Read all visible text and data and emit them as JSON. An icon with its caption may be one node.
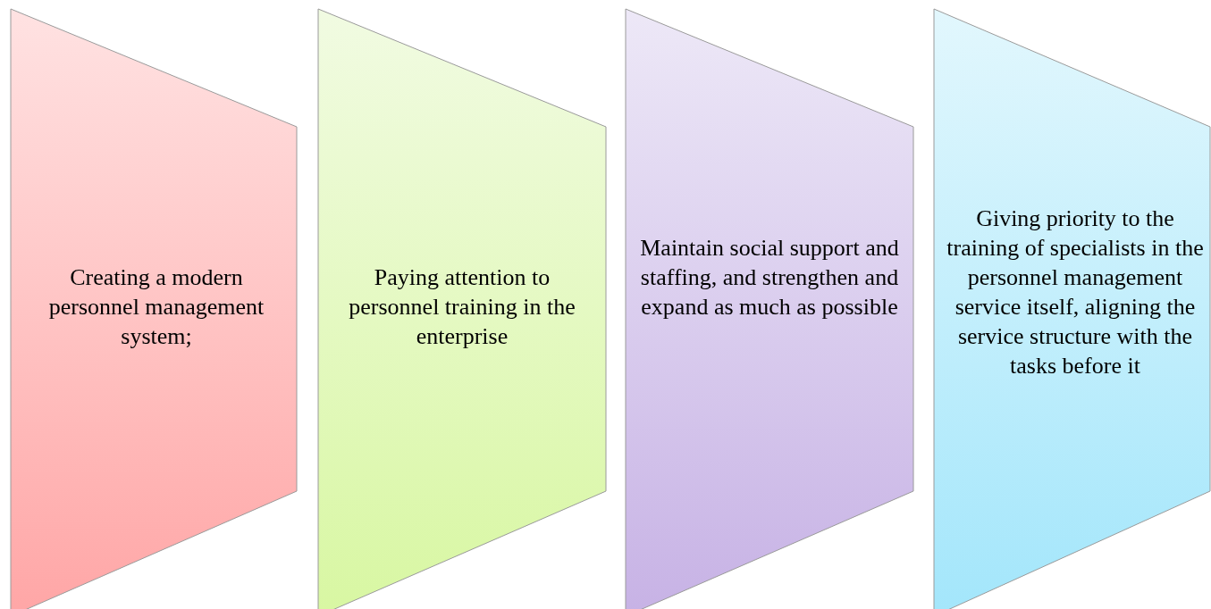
{
  "diagram": {
    "nodes": [
      {
        "text": [
          "Creating a modern personnel management system;"
        ]
      },
      {
        "text": [
          "Paying attention to personnel training in the enterprise"
        ]
      },
      {
        "text": [
          "Maintain social support and staffing, and strengthen and expand as much as possible"
        ]
      },
      {
        "text": [
          "Giving priority to the training of specialists in the personnel management service itself, aligning the service structure with the tasks before it"
        ]
      }
    ]
  }
}
